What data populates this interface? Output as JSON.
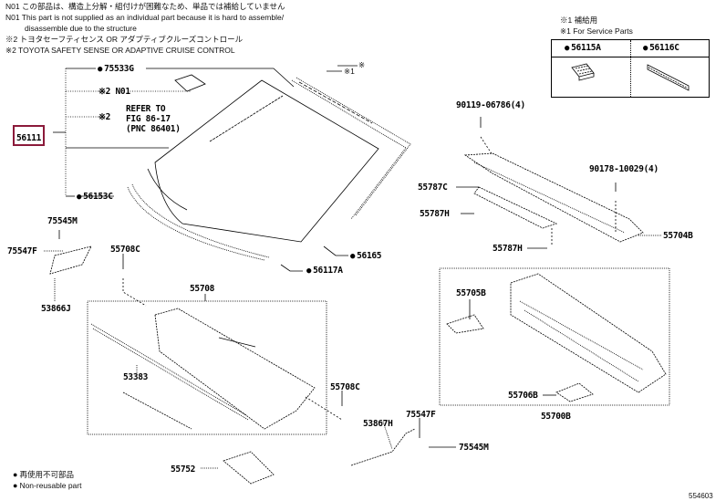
{
  "notes": {
    "n01_jp": "N01 この部品は、構造上分解・組付けが困難なため、単品では補給していません",
    "n01_en_1": "N01 This part is not supplied as an individual part because it is hard to assemble/",
    "n01_en_2": "disassemble due to the structure",
    "x2_jp": "※2 トヨタセーフティセンス OR アダプティブクルーズコントロール",
    "x2_en": "※2 TOYOTA SAFETY SENSE OR ADAPTIVE CRUISE CONTROL"
  },
  "service_parts": {
    "jp": "※1 補給用",
    "en": "※1 For Service Parts",
    "items": [
      "56115A",
      "56116C"
    ]
  },
  "legend": {
    "jp": "再使用不可部品",
    "en": "Non-reusable part"
  },
  "figure_code": "554603",
  "parts": {
    "p56111": "56111",
    "p75533G": "75533G",
    "pN01": "※2 N01",
    "refer_prefix": "※2",
    "refer_1": "REFER TO",
    "refer_2": "FIG 86-17",
    "refer_3": "(PNC 86401)",
    "p56153C": "56153C",
    "x_mark": "※",
    "x1_mark": "※1",
    "p56165": "56165",
    "p56117A": "56117A",
    "p90119": "90119-06786(4)",
    "p90178": "90178-10029(4)",
    "p55787C": "55787C",
    "p55787H_a": "55787H",
    "p55787H_b": "55787H",
    "p55704B": "55704B",
    "p75545M_a": "75545M",
    "p75547F_a": "75547F",
    "p53866J": "53866J",
    "p55708C_a": "55708C",
    "p55708": "55708",
    "p53383": "53383",
    "p55708C_b": "55708C",
    "p53867H": "53867H",
    "p75547F_b": "75547F",
    "p75545M_b": "75545M",
    "p55752": "55752",
    "p55705B": "55705B",
    "p55706B": "55706B",
    "p55700B": "55700B"
  }
}
